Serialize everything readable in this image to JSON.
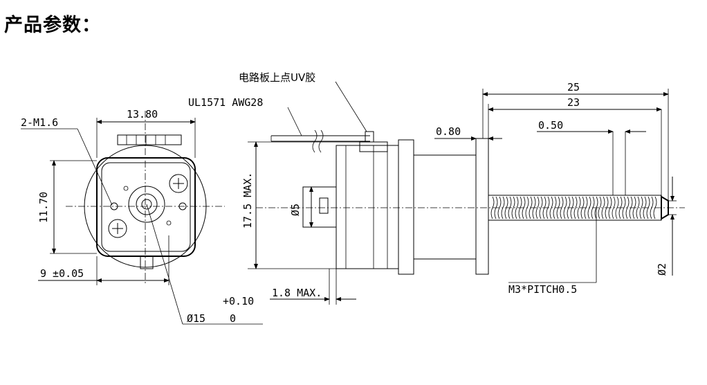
{
  "header": {
    "title": "产品参数："
  },
  "labels": {
    "uv_glue": "电路板上点UV胶",
    "wire": "UL1571 AWG28",
    "screw": "2-M1.6",
    "width": "13.80",
    "height": "11.70",
    "offset": "9 ±0.05",
    "diameter_tol_upper": "+0.10",
    "diameter": "Ø15",
    "diameter_tol_lower": "0",
    "body_height": "17.5 MAX.",
    "boss_dia": "Ø5",
    "thickness": "1.8 MAX.",
    "len_total": "25",
    "len_23": "23",
    "step_080": "0.80",
    "step_050": "0.50",
    "thread": "M3*PITCH0.5",
    "tip_dia": "Ø2"
  },
  "colors": {
    "line": "#000000",
    "background": "#ffffff"
  }
}
